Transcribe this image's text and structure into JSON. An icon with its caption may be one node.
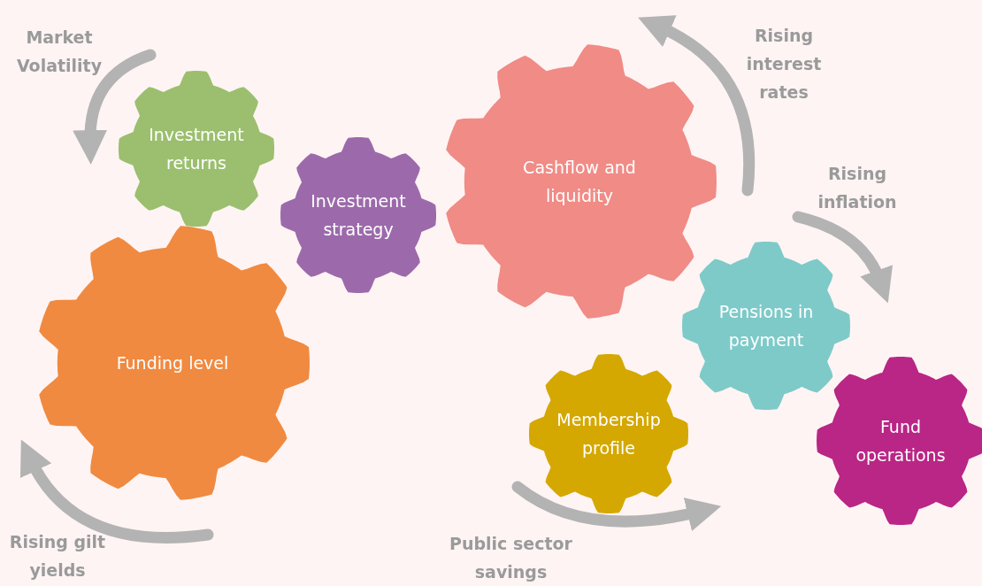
{
  "diagram": {
    "nodes": [
      {
        "text": [
          "Investment returns"
        ]
      },
      {
        "text": [
          "Investment strategy"
        ]
      },
      {
        "text": [
          "Cashflow and liquidity"
        ]
      },
      {
        "text": [
          "Funding level"
        ]
      },
      {
        "text": [
          "Pensions in payment"
        ]
      },
      {
        "text": [
          "Membership profile"
        ]
      },
      {
        "text": [
          "Fund operations"
        ]
      }
    ],
    "labels": [
      "Market Volatility",
      "Rising interest rates",
      "Rising inflation",
      "Rising gilt yields",
      "Public sector savings"
    ]
  }
}
